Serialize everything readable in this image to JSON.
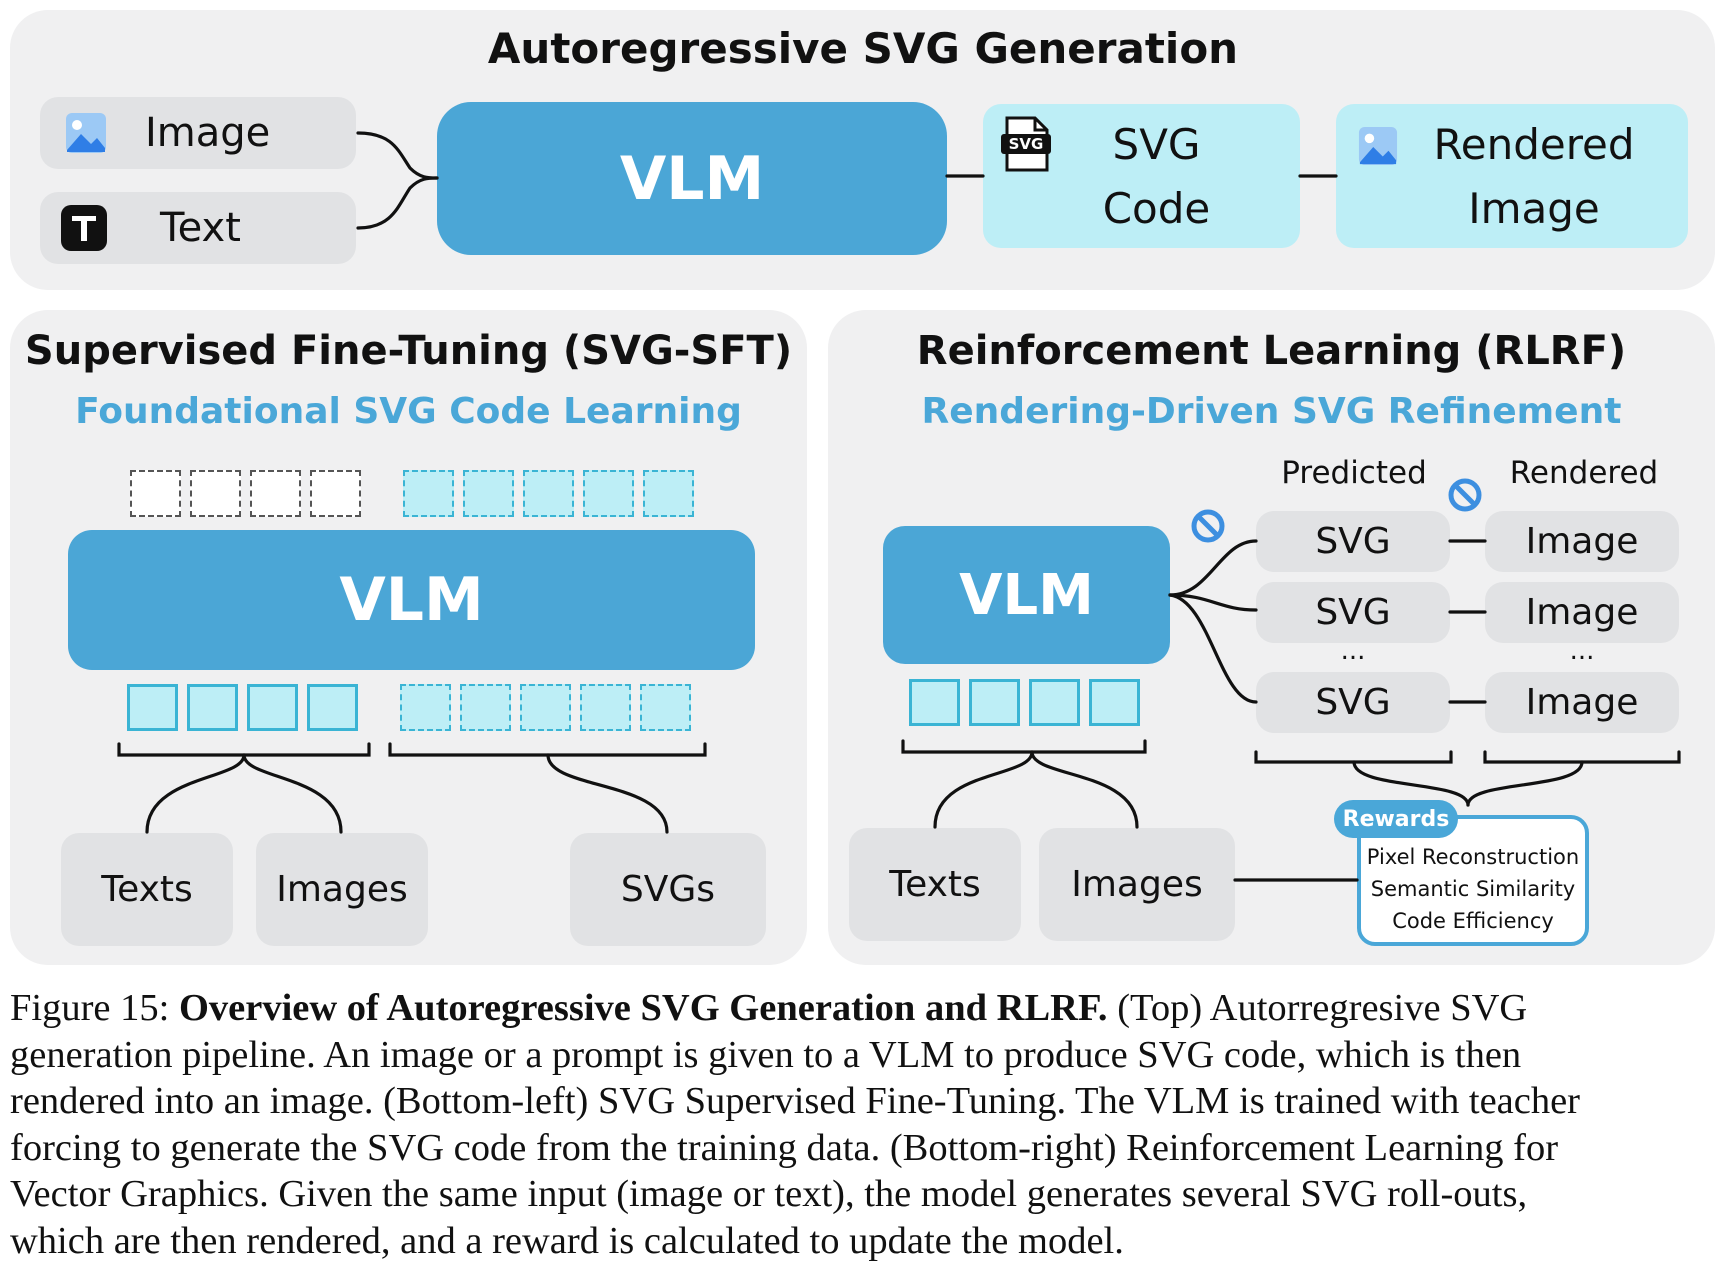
{
  "top": {
    "title": "Autoregressive SVG Generation",
    "inputs": [
      {
        "label": "Image",
        "icon": "image-icon"
      },
      {
        "label": "Text",
        "icon": "text-icon"
      }
    ],
    "model": "VLM",
    "outputs": [
      {
        "line1": "SVG",
        "line2": "Code",
        "icon": "svg-file-icon"
      },
      {
        "line1": "Rendered",
        "line2": "Image",
        "icon": "image-icon"
      }
    ]
  },
  "sft": {
    "title": "Supervised Fine-Tuning (SVG-SFT)",
    "subtitle": "Foundational SVG Code Learning",
    "model": "VLM",
    "inputs": [
      "Texts",
      "Images",
      "SVGs"
    ]
  },
  "rl": {
    "title": "Reinforcement Learning (RLRF)",
    "subtitle": "Rendering-Driven SVG Refinement",
    "model": "VLM",
    "predicted_header": "Predicted",
    "rendered_header": "Rendered",
    "predicted": [
      "SVG",
      "SVG",
      "SVG"
    ],
    "rendered": [
      "Image",
      "Image",
      "Image"
    ],
    "ellipsis": "...",
    "inputs": [
      "Texts",
      "Images"
    ],
    "rewards": {
      "label": "Rewards",
      "items": [
        "Pixel Reconstruction",
        "Semantic Similarity",
        "Code Efficiency"
      ]
    }
  },
  "caption": {
    "label": "Figure 15:",
    "bold": "Overview of Autoregressive SVG Generation and RLRF.",
    "lines": [
      " (Top) Autorregresive SVG",
      "generation pipeline. An image or a prompt is given to a VLM to produce SVG code, which is then",
      "rendered into an image. (Bottom-left) SVG Supervised Fine-Tuning. The VLM is trained with teacher",
      "forcing to generate the SVG code from the training data. (Bottom-right) Reinforcement Learning for",
      "Vector Graphics. Given the same input (image or text), the model generates several SVG roll-outs,",
      "which are then rendered, and a reward is calculated to update the model."
    ]
  },
  "colors": {
    "vlm": "#4ba6d6",
    "output_box": "#bdeef6",
    "subtitle": "#4aa7d8",
    "panel": "#f0f0f1",
    "pill": "#e1e2e4",
    "token_border": "#3ab4d4",
    "stop_icon": "#3d8fe0"
  }
}
